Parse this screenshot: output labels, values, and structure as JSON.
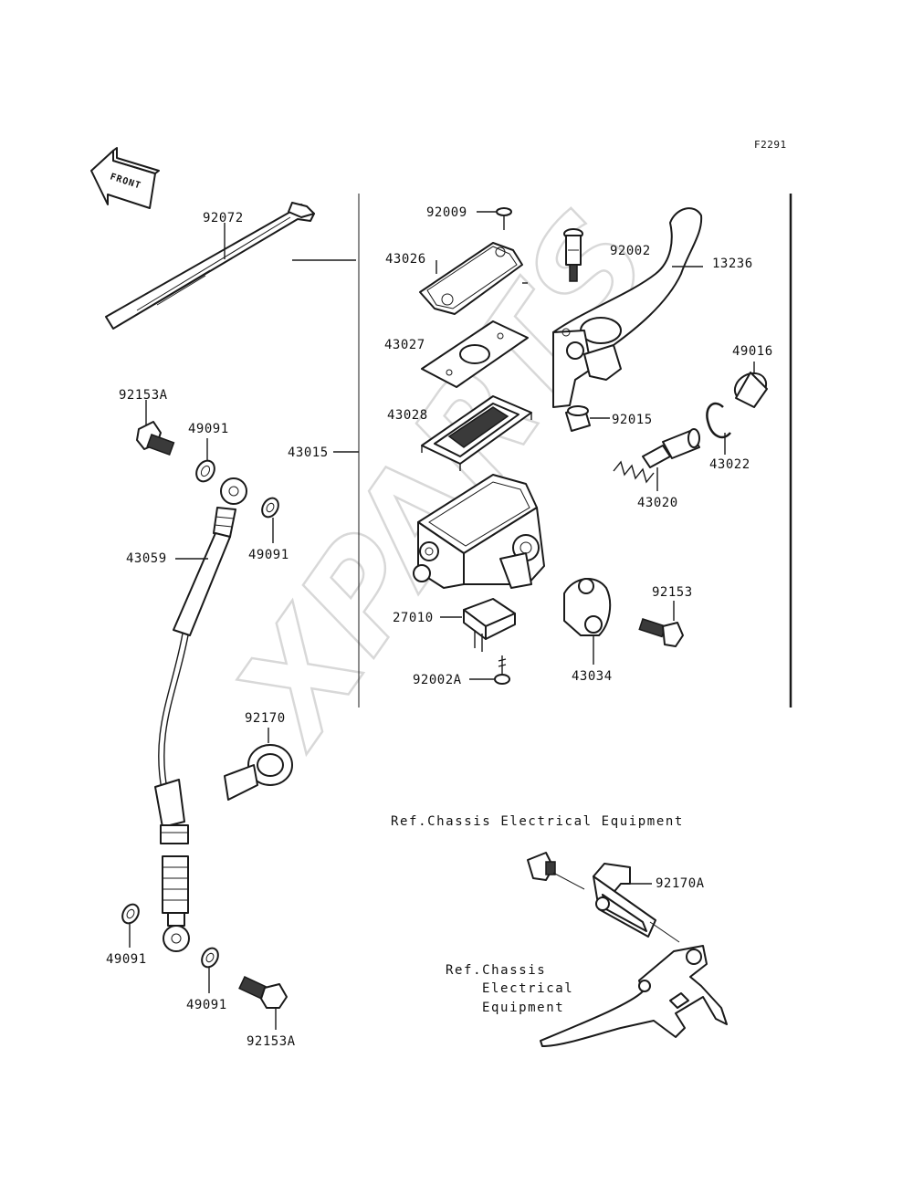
{
  "figure_code": "F2291",
  "watermark": "XPARTS",
  "front_arrow_label": "FRONT",
  "ref_labels": {
    "top": "Ref.Chassis Electrical Equipment",
    "bottom_line1": "Ref.Chassis",
    "bottom_line2": "Electrical",
    "bottom_line3": "Equipment"
  },
  "part_labels": {
    "p92072": "92072",
    "p92153A_top": "92153A",
    "p49091_top": "49091",
    "p49091_mid": "49091",
    "p43059": "43059",
    "p43015": "43015",
    "p92009": "92009",
    "p43026": "43026",
    "p43027": "43027",
    "p43028": "43028",
    "p92002": "92002",
    "p13236": "13236",
    "p49016": "49016",
    "p92015": "92015",
    "p43022": "43022",
    "p43020": "43020",
    "p27010": "27010",
    "p92153": "92153",
    "p92002A": "92002A",
    "p43034": "43034",
    "p92170": "92170",
    "p92170A": "92170A",
    "p49091_bl": "49091",
    "p49091_bm": "49091",
    "p92153A_bottom": "92153A"
  },
  "colors": {
    "line": "#1a1a1a",
    "watermark": "#d8d8d8",
    "background": "#ffffff"
  },
  "icons": {
    "front": "front-arrow-icon"
  }
}
